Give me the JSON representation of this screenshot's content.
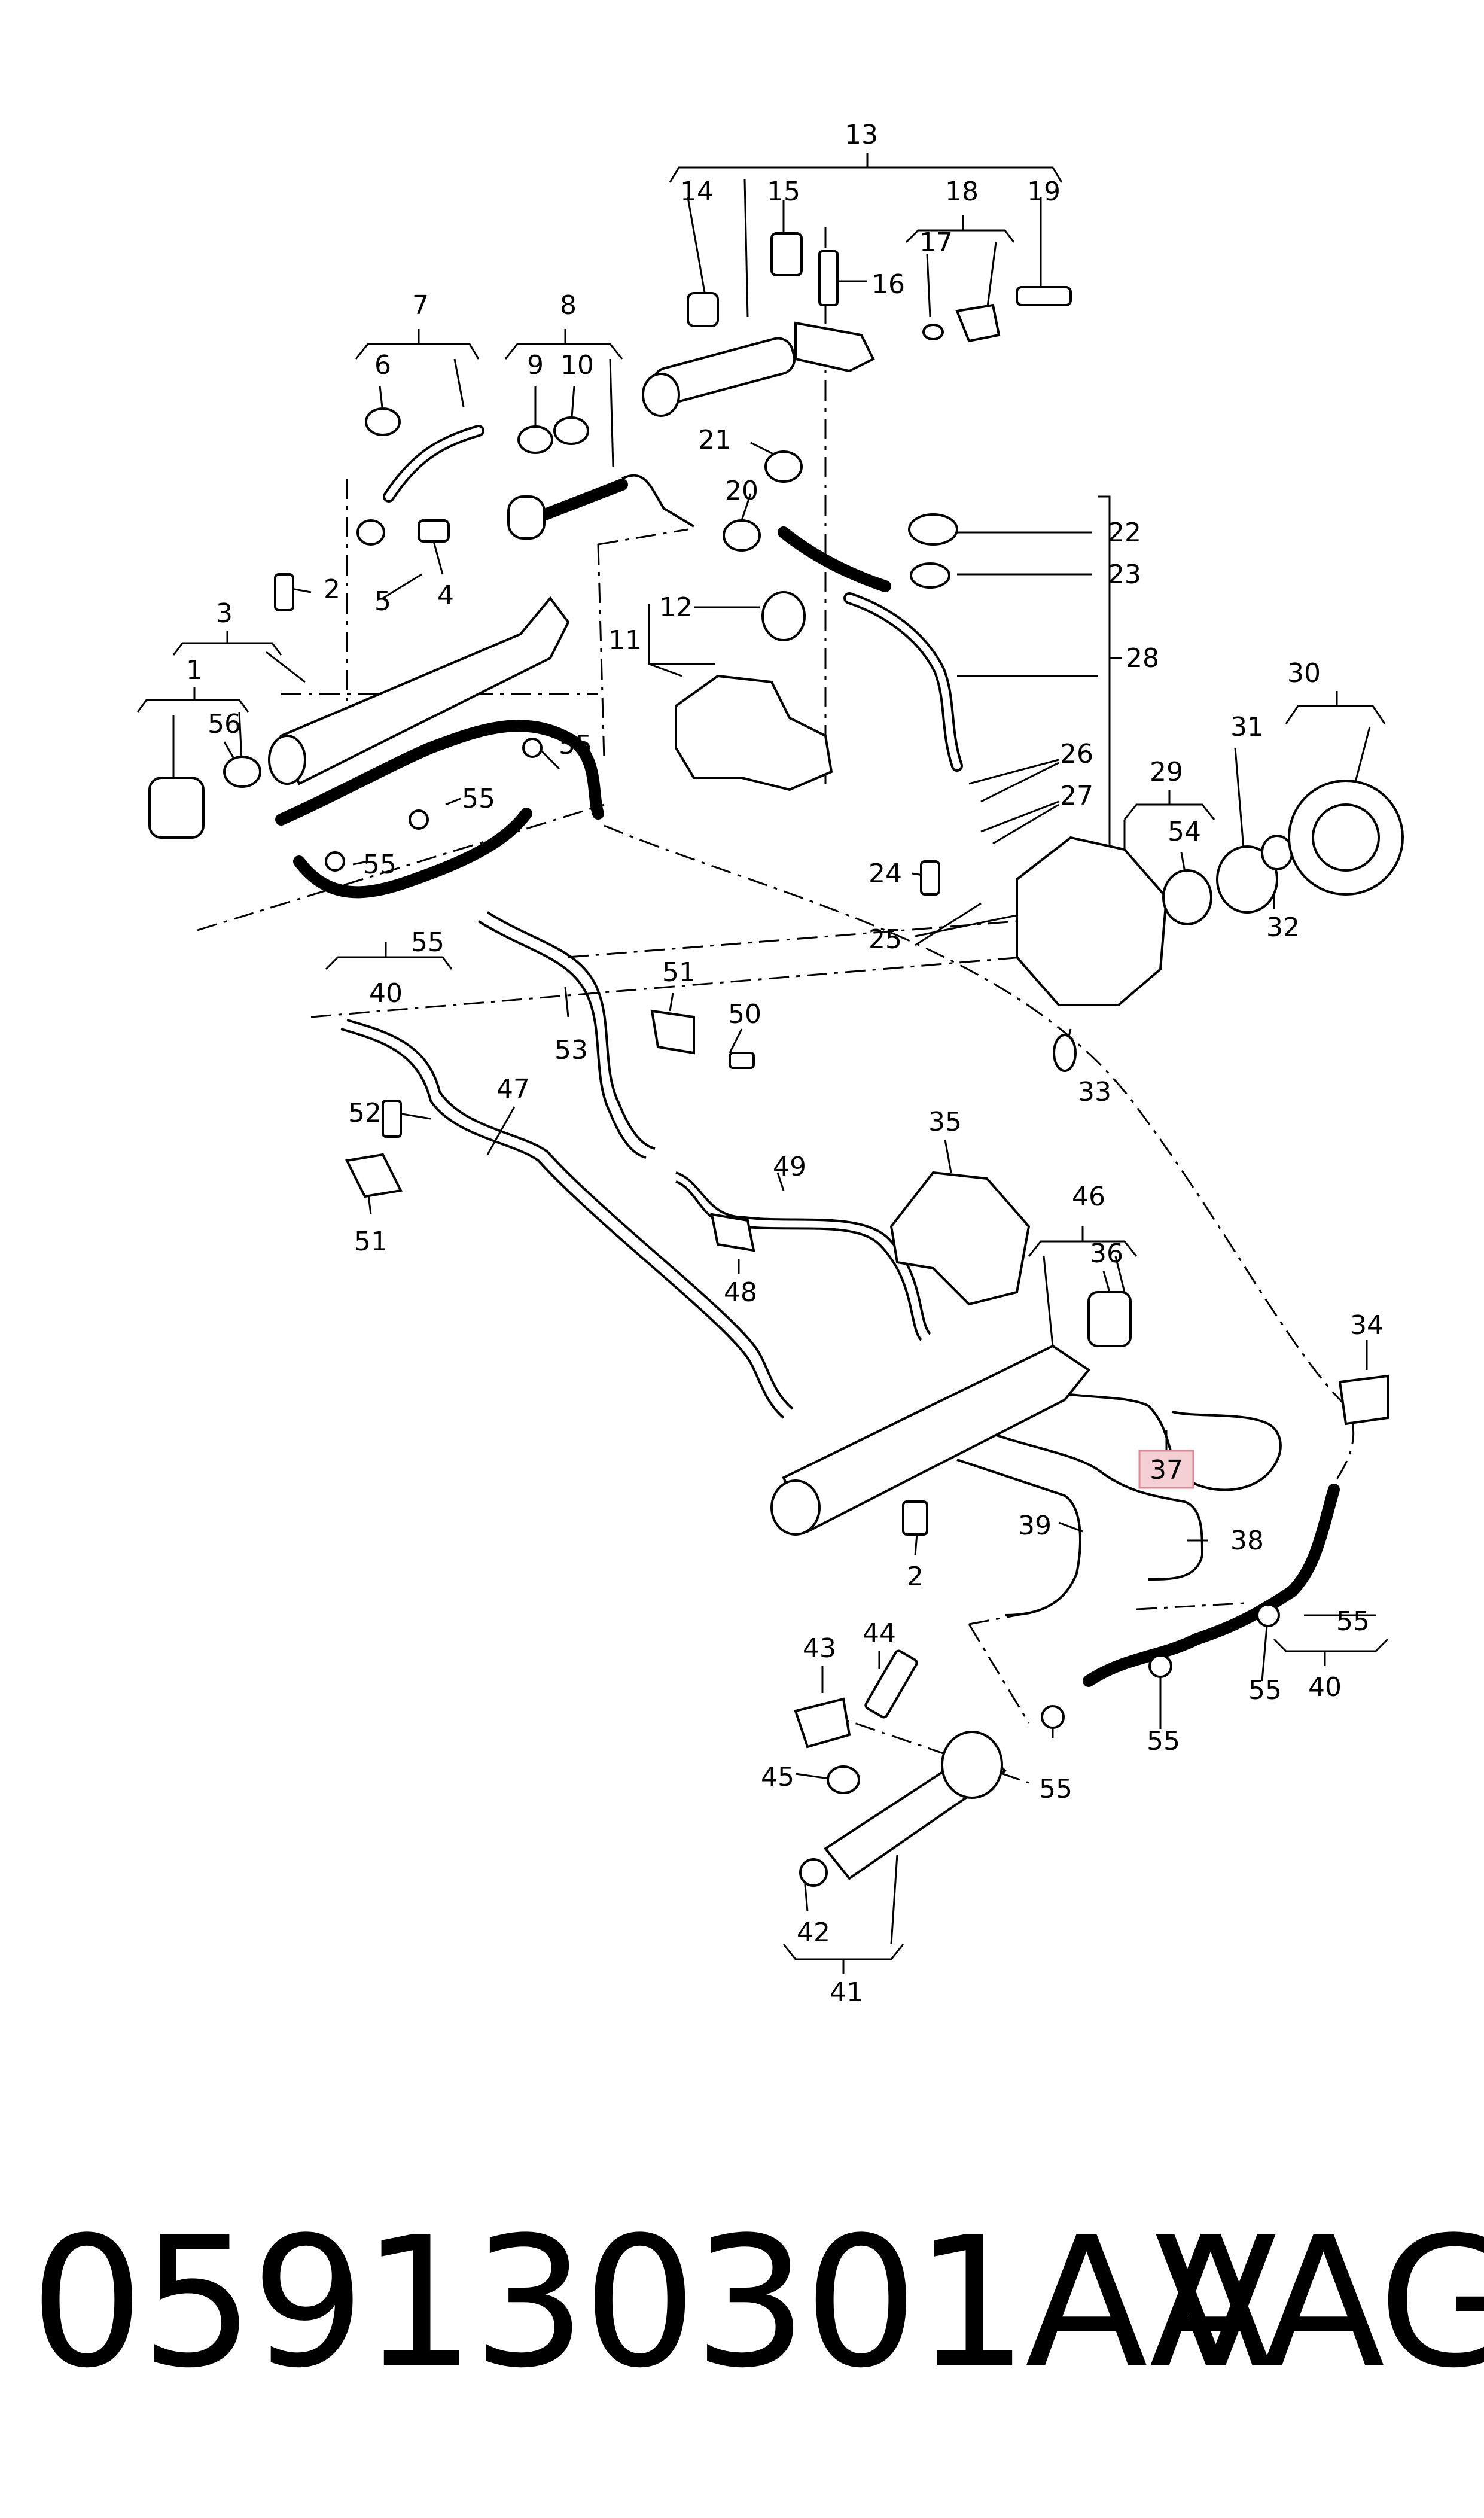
{
  "diagram": {
    "callouts": [
      "1",
      "2",
      "3",
      "4",
      "5",
      "6",
      "7",
      "8",
      "9",
      "10",
      "11",
      "12",
      "13",
      "14",
      "15",
      "16",
      "17",
      "18",
      "19",
      "20",
      "21",
      "22",
      "23",
      "24",
      "25",
      "26",
      "27",
      "28",
      "29",
      "30",
      "31",
      "32",
      "33",
      "34",
      "35",
      "36",
      "37",
      "38",
      "39",
      "40",
      "41",
      "42",
      "43",
      "44",
      "45",
      "46",
      "47",
      "48",
      "49",
      "50",
      "51",
      "52",
      "53",
      "54",
      "55",
      "56"
    ],
    "highlighted_callout": "37",
    "colors": {
      "line": "#000000",
      "highlight_fill": "#f4cfd4",
      "highlight_stroke": "#d98a96",
      "background": "#ffffff"
    }
  },
  "footer": {
    "part_number": "059130301AA",
    "brand": "VAG"
  }
}
